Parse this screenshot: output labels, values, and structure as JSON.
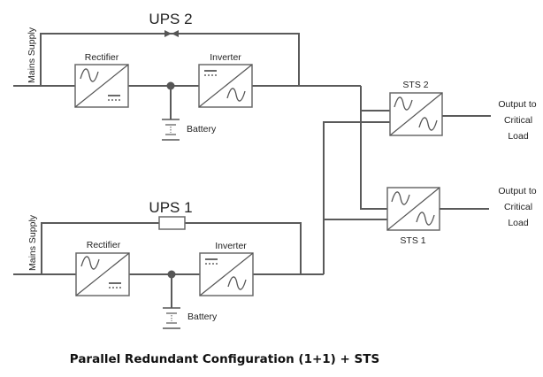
{
  "caption": "Parallel Redundant Configuration (1+1) + STS",
  "ups2": {
    "title": "UPS 2",
    "mains_label": "Mains Supply",
    "rectifier_label": "Rectifier",
    "inverter_label": "Inverter",
    "battery_label": "Battery",
    "bypass_symbol": "static-bypass-switch"
  },
  "ups1": {
    "title": "UPS 1",
    "mains_label": "Mains Supply",
    "rectifier_label": "Rectifier",
    "inverter_label": "Inverter",
    "battery_label": "Battery",
    "bypass_symbol": "bypass-resistor"
  },
  "sts2": {
    "title": "STS 2",
    "output_line1": "Output to",
    "output_line2": "Critical",
    "output_line3": "Load"
  },
  "sts1": {
    "title": "STS 1",
    "output_line1": "Output to",
    "output_line2": "Critical",
    "output_line3": "Load"
  }
}
